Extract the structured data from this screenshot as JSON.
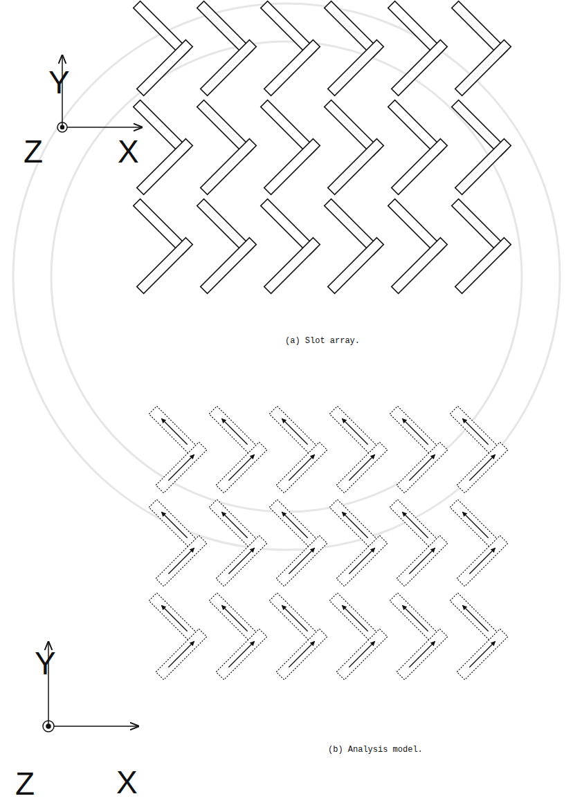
{
  "diagram": {
    "labels": [
      "Y",
      "Z",
      "X",
      "(a) Slot array.",
      "Y",
      "Z",
      "X",
      "(b) Analysis model."
    ]
  }
}
